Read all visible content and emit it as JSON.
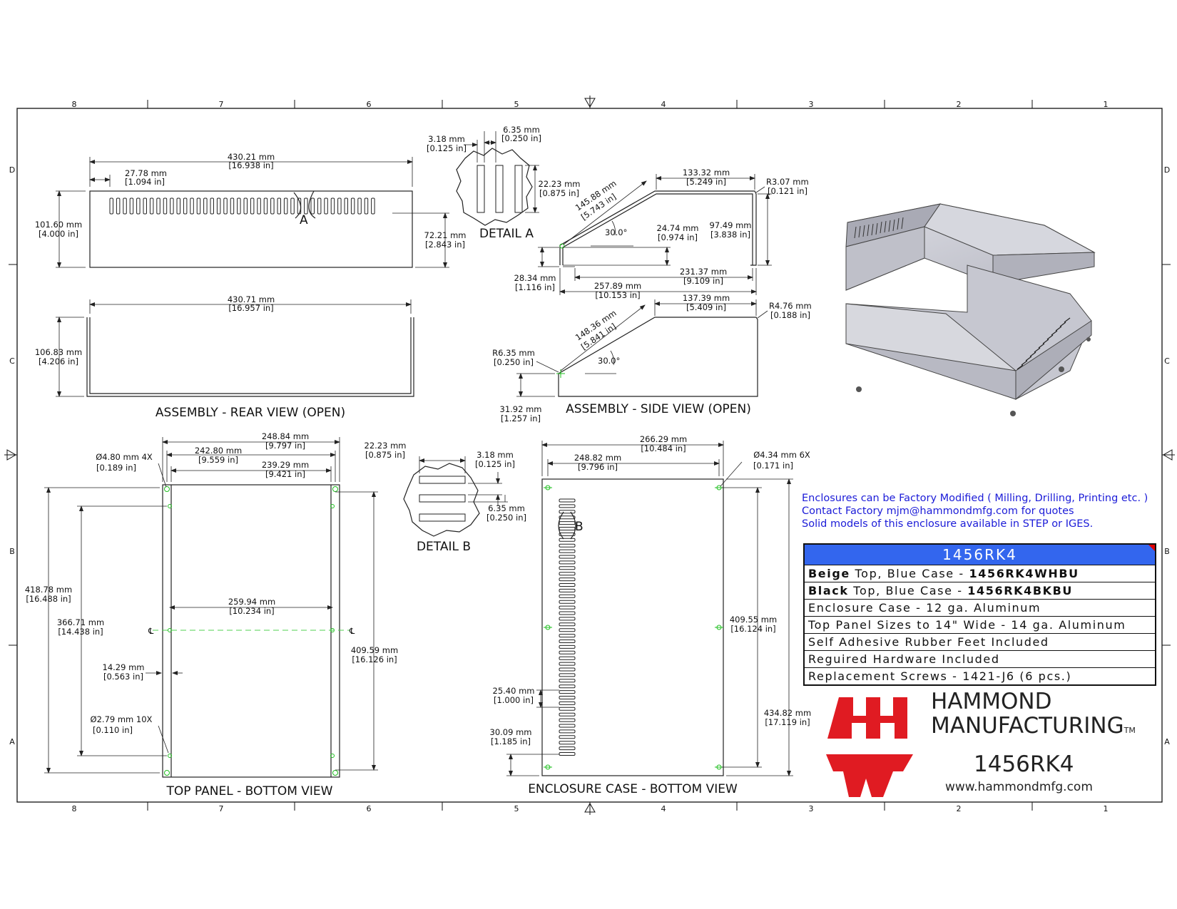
{
  "zones": {
    "columns": [
      "8",
      "7",
      "6",
      "5",
      "4",
      "3",
      "2",
      "1"
    ],
    "rows": [
      "D",
      "C",
      "B",
      "A"
    ]
  },
  "rear_view": {
    "title": "ASSEMBLY - REAR VIEW (OPEN)",
    "dims": {
      "overall_w": [
        "430.21 mm",
        "[16.938 in]"
      ],
      "offset_w": [
        "27.78 mm",
        "[1.094 in]"
      ],
      "height": [
        "101.60 mm",
        "[4.000 in]"
      ],
      "slot_h": [
        "72.21 mm",
        "[2.843 in]"
      ],
      "detail_callout": "A"
    }
  },
  "rear_open_view": {
    "dims": {
      "overall_w": [
        "430.71 mm",
        "[16.957 in]"
      ],
      "height": [
        "106.83 mm",
        "[4.206 in]"
      ]
    }
  },
  "detail_a": {
    "title": "DETAIL  A",
    "dims": {
      "gap": [
        "3.18 mm",
        "[0.125 in]"
      ],
      "width": [
        "6.35 mm",
        "[0.250 in]"
      ],
      "length": [
        "22.23 mm",
        "[0.875 in]"
      ]
    }
  },
  "side_view_top": {
    "dims": {
      "slope": [
        "145.88 mm",
        "[5.743 in]"
      ],
      "top_flat": [
        "133.32 mm",
        "[5.249 in]"
      ],
      "radius": [
        "R3.07 mm",
        "[0.121 in]"
      ],
      "angle": "30.0°",
      "front_h": [
        "24.74 mm",
        "[0.974 in]"
      ],
      "rear_h": [
        "97.49 mm",
        "[3.838 in]"
      ],
      "lip_h": [
        "28.34 mm",
        "[1.116 in]"
      ],
      "bottom_inner": [
        "231.37 mm",
        "[9.109 in]"
      ],
      "bottom_overall": [
        "257.89 mm",
        "[10.153 in]"
      ]
    }
  },
  "side_view_case": {
    "title": "ASSEMBLY - SIDE VIEW (OPEN)",
    "dims": {
      "slope": [
        "148.36 mm",
        "[5.841 in]"
      ],
      "top_flat": [
        "137.39 mm",
        "[5.409 in]"
      ],
      "radius_top": [
        "R4.76 mm",
        "[0.188 in]"
      ],
      "radius_front": [
        "R6.35 mm",
        "[0.250 in]"
      ],
      "angle": "30.0°",
      "front_h": [
        "31.92 mm",
        "[1.257 in]"
      ]
    }
  },
  "top_panel": {
    "title": "TOP PANEL - BOTTOM VIEW",
    "dims": {
      "hole_4x": [
        "Ø4.80 mm 4X",
        "[0.189 in]"
      ],
      "overall_w": [
        "248.84 mm",
        "[9.797 in]"
      ],
      "hole_span": [
        "242.80 mm",
        "[9.559 in]"
      ],
      "inner_w": [
        "239.29 mm",
        "[9.421 in]"
      ],
      "overall_h": [
        "418.78 mm",
        "[16.488 in]"
      ],
      "hole_span_h": [
        "366.71 mm",
        "[14.438 in]"
      ],
      "center_w": [
        "259.94 mm",
        "[10.234 in]"
      ],
      "inner_h": [
        "409.59 mm",
        "[16.126 in]"
      ],
      "edge": [
        "14.29 mm",
        "[0.563 in]"
      ],
      "hole_10x": [
        "Ø2.79 mm 10X",
        "[0.110 in]"
      ],
      "centerline": "℄"
    }
  },
  "detail_b": {
    "title": "DETAIL  B",
    "dims": {
      "length": [
        "22.23 mm",
        "[0.875 in]"
      ],
      "gap": [
        "3.18 mm",
        "[0.125 in]"
      ],
      "width": [
        "6.35 mm",
        "[0.250 in]"
      ]
    }
  },
  "enclosure_case": {
    "title": "ENCLOSURE CASE - BOTTOM VIEW",
    "dims": {
      "overall_w": [
        "266.29 mm",
        "[10.484 in]"
      ],
      "hole_span_w": [
        "248.82 mm",
        "[9.796 in]"
      ],
      "hole_6x": [
        "Ø4.34 mm 6X",
        "[0.171 in]"
      ],
      "hole_span_h": [
        "409.55 mm",
        "[16.124 in]"
      ],
      "overall_h": [
        "434.82 mm",
        "[17.119 in]"
      ],
      "edge_1": [
        "25.40 mm",
        "[1.000 in]"
      ],
      "edge_2": [
        "30.09 mm",
        "[1.185 in]"
      ],
      "detail_callout": "B"
    }
  },
  "notes": [
    "Enclosures can be Factory Modified ( Milling, Drilling, Printing etc. )",
    "Contact Factory mjm@hammondmfg.com for quotes",
    "Solid models of this enclosure available in STEP or IGES."
  ],
  "spec_table": {
    "header": "1456RK4",
    "rows": [
      {
        "bold": "Beige",
        "text": " Top, Blue Case - ",
        "bold2": "1456RK4WHBU"
      },
      {
        "bold": "Black",
        "text": " Top, Blue Case - ",
        "bold2": "1456RK4BKBU"
      },
      {
        "bold": "",
        "text": "Enclosure Case - 12 ga. Aluminum",
        "bold2": ""
      },
      {
        "bold": "",
        "text": "Top Panel Sizes to 14\" Wide - 14 ga. Aluminum",
        "bold2": ""
      },
      {
        "bold": "",
        "text": "Self Adhesive Rubber Feet Included",
        "bold2": ""
      },
      {
        "bold": "",
        "text": "Reguired Hardware Included",
        "bold2": ""
      },
      {
        "bold": "",
        "text": "Replacement Screws - 1421-J6 (6 pcs.)",
        "bold2": ""
      }
    ]
  },
  "brand": {
    "name_line1": "HAMMOND",
    "name_line2": "MANUFACTURING",
    "trademark": "TM",
    "model": "1456RK4",
    "website": "www.hammondmfg.com",
    "logo_color": "#e01b22"
  },
  "colors": {
    "note_text": "#1c1cd8",
    "table_header": "#3366ee",
    "hole_marks": "#1fbf1f",
    "case_render": "#c9cad3"
  }
}
